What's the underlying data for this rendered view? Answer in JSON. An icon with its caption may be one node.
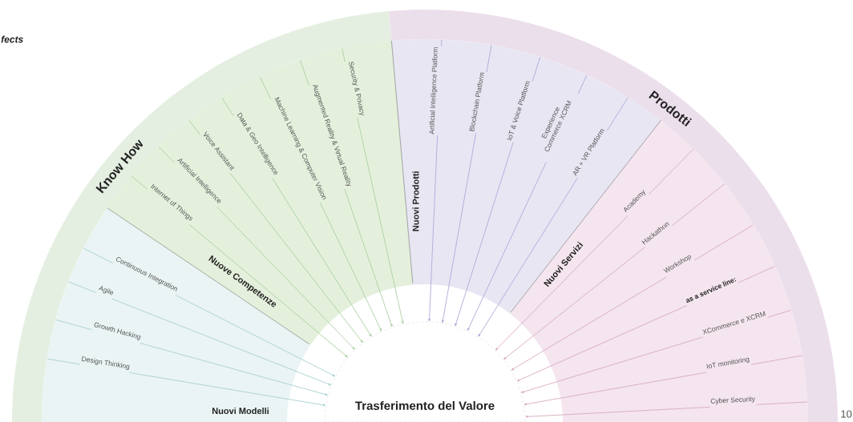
{
  "diagram": {
    "nodes": [
      {
        "text": [
          "Know How"
        ]
      },
      {
        "text": [
          "Nuovi Modelli"
        ],
        "in": 0
      },
      {
        "text": [
          "Continuous Integration"
        ],
        "in": 1
      },
      {
        "text": [
          "Agile"
        ],
        "in": 1
      },
      {
        "text": [
          "Growth Hacking"
        ],
        "in": 1
      },
      {
        "text": [
          "Design Thinking"
        ],
        "in": 1
      },
      {
        "text": [
          "Nuove Competenze"
        ],
        "in": 0
      },
      {
        "text": [
          "Internet of Things"
        ],
        "in": 6
      },
      {
        "text": [
          "Artificial Intelligence"
        ],
        "in": 6
      },
      {
        "text": [
          "Voice Assistant"
        ],
        "in": 6
      },
      {
        "text": [
          "Data & Geo Intelligence"
        ],
        "in": 6
      },
      {
        "text": [
          "Machine Learning & Computer Vision"
        ],
        "in": 6
      },
      {
        "text": [
          "Augmented Reality & Virtual Reality"
        ],
        "in": 6
      },
      {
        "text": [
          "Security & Privacy"
        ],
        "in": 6
      },
      {
        "text": [
          "Prodotti"
        ]
      },
      {
        "text": [
          "Nuovi Prodotti"
        ],
        "in": 14
      },
      {
        "text": [
          "Artificial Intelligence Platform"
        ],
        "in": 15
      },
      {
        "text": [
          "Blockchain Platform"
        ],
        "in": 15
      },
      {
        "text": [
          "IoT & Voice Platform"
        ],
        "in": 15
      },
      {
        "text": [
          "Experience Commerce XCRM"
        ],
        "in": 15
      },
      {
        "text": [
          "AR + VR Platform"
        ],
        "in": 15
      },
      {
        "text": [
          "Nuovi Servizi"
        ],
        "in": 14
      },
      {
        "text": [
          "Academy"
        ],
        "in": 21
      },
      {
        "text": [
          "Hackathon"
        ],
        "in": 21
      },
      {
        "text": [
          "Workshop"
        ],
        "in": 21
      },
      {
        "text": [
          "as a service line:"
        ],
        "in": 21
      },
      {
        "text": [
          "XCommerce e XCRM"
        ],
        "in": 21
      },
      {
        "text": [
          "IoT monitoring"
        ],
        "in": 21
      },
      {
        "text": [
          "Cyber Security"
        ],
        "in": 21
      },
      {
        "text": [
          "Trasferimento del Valore"
        ]
      }
    ],
    "edges": [
      {
        "from": 2,
        "to": 29,
        "arrow": "to",
        "color": "#a9cfd0"
      },
      {
        "from": 3,
        "to": 29,
        "arrow": "to",
        "color": "#a9cfd0"
      },
      {
        "from": 4,
        "to": 29,
        "arrow": "to",
        "color": "#a9cfd0"
      },
      {
        "from": 5,
        "to": 29,
        "arrow": "to",
        "color": "#a9cfd0"
      },
      {
        "from": 7,
        "to": 29,
        "arrow": "to",
        "color": "#a9d0a0"
      },
      {
        "from": 8,
        "to": 29,
        "arrow": "to",
        "color": "#a9d0a0"
      },
      {
        "from": 9,
        "to": 29,
        "arrow": "to",
        "color": "#a9d0a0"
      },
      {
        "from": 10,
        "to": 29,
        "arrow": "to",
        "color": "#a9d0a0"
      },
      {
        "from": 11,
        "to": 29,
        "arrow": "to",
        "color": "#a9d0a0"
      },
      {
        "from": 12,
        "to": 29,
        "arrow": "to",
        "color": "#a9d0a0"
      },
      {
        "from": 13,
        "to": 29,
        "arrow": "to",
        "color": "#a9d0a0"
      },
      {
        "from": 16,
        "to": 29,
        "arrow": "to",
        "color": "#abaad8"
      },
      {
        "from": 17,
        "to": 29,
        "arrow": "to",
        "color": "#abaad8"
      },
      {
        "from": 18,
        "to": 29,
        "arrow": "to",
        "color": "#abaad8"
      },
      {
        "from": 19,
        "to": 29,
        "arrow": "to",
        "color": "#abaad8"
      },
      {
        "from": 20,
        "to": 29,
        "arrow": "to",
        "color": "#abaad8"
      },
      {
        "from": 22,
        "to": 29,
        "arrow": "to",
        "color": "#d8a9c2"
      },
      {
        "from": 23,
        "to": 29,
        "arrow": "to",
        "color": "#d8a9c2"
      },
      {
        "from": 24,
        "to": 29,
        "arrow": "to",
        "color": "#d8a9c2"
      },
      {
        "from": 25,
        "to": 29,
        "arrow": "to",
        "color": "#d8a9c2"
      },
      {
        "from": 26,
        "to": 29,
        "arrow": "to",
        "color": "#d8a9c2"
      },
      {
        "from": 27,
        "to": 29,
        "arrow": "to",
        "color": "#d8a9c2"
      },
      {
        "from": 28,
        "to": 29,
        "arrow": "to",
        "color": "#d8a9c2"
      }
    ],
    "labels": [
      "fects",
      "10"
    ]
  }
}
